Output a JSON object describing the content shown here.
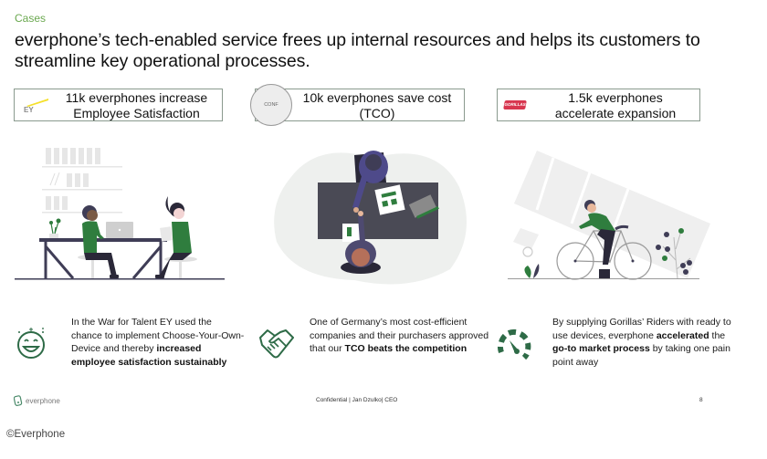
{
  "slide": {
    "section_label": "Cases",
    "headline": "everphone’s tech-enabled service frees up internal resources and helps its customers to streamline key operational processes.",
    "cases": [
      {
        "logo": "EY",
        "logo_icon": "ey-logo",
        "title": "11k everphones increase Employee Satisfaction",
        "illustration": "two-people-at-table-illustration",
        "icon": "smiley-face-icon",
        "description_parts": [
          {
            "text": "In the War for Talent EY used the chance to implement Choose-Your-Own-Device and thereby ",
            "bold": false
          },
          {
            "text": "increased employee satisfaction sustainably",
            "bold": true
          }
        ]
      },
      {
        "logo": "CONF",
        "logo_icon": "confidential-logo",
        "title": "10k everphones save cost (TCO)",
        "illustration": "handshake-over-desk-illustration",
        "icon": "handshake-icon",
        "description_parts": [
          {
            "text": "One of Germany’s most cost-efficient companies and their purchasers approved that our ",
            "bold": false
          },
          {
            "text": "TCO beats the competition",
            "bold": true
          }
        ]
      },
      {
        "logo": "GORILLAS",
        "logo_icon": "gorillas-logo",
        "title": "1.5k everphones accelerate expansion",
        "illustration": "cyclist-illustration",
        "icon": "speedometer-icon",
        "description_parts": [
          {
            "text": "By supplying Gorillas’ Riders with ready to use devices, everphone ",
            "bold": false
          },
          {
            "text": "accelerated",
            "bold": true
          },
          {
            "text": " the ",
            "bold": false
          },
          {
            "text": "go-to market process",
            "bold": true
          },
          {
            "text": " by taking one pain point away",
            "bold": false
          }
        ]
      }
    ],
    "footer": {
      "brand": "everphone",
      "center": "Confidential | Jan Dzulko| CEO",
      "page_number": "8"
    }
  },
  "copyright": "©Everphone",
  "colors": {
    "accent_green": "#2e6b47",
    "label_green": "#6aa84f",
    "box_border": "#8a9a8e",
    "illustration_green": "#2f7d3e",
    "illustration_dark": "#3f3d56"
  }
}
